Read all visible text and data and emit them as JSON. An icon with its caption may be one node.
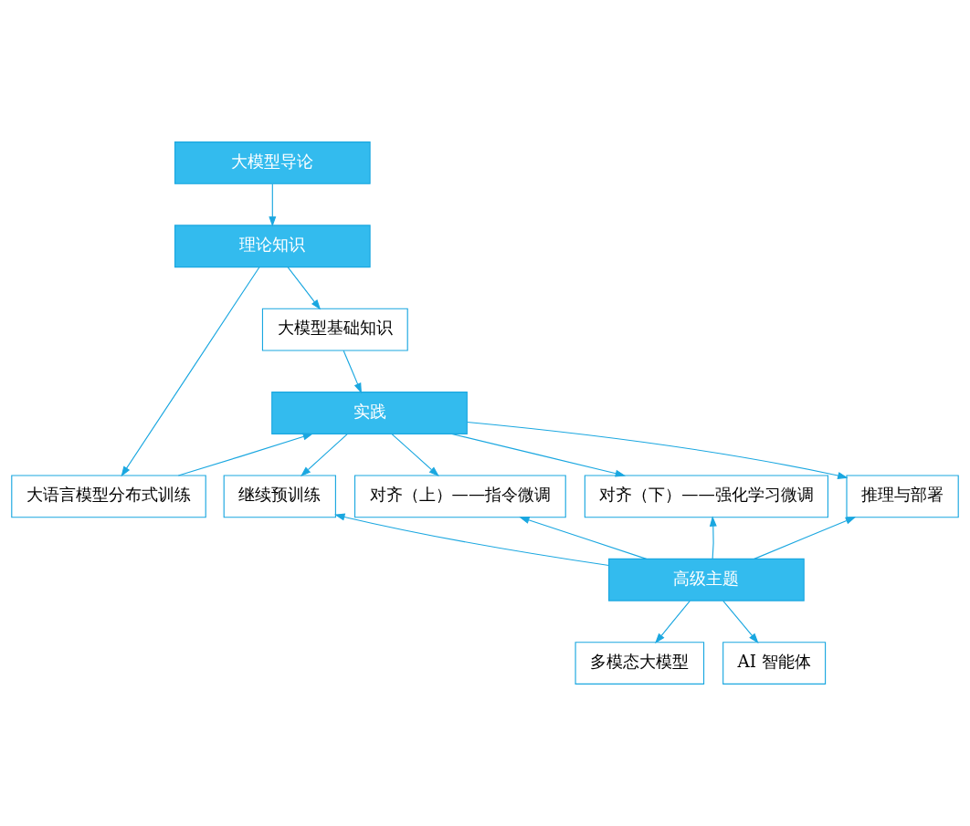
{
  "diagram": {
    "nodes": [
      {
        "text": [
          "大模型导论"
        ]
      },
      {
        "text": [
          "理论知识"
        ]
      },
      {
        "text": [
          "大模型基础知识"
        ]
      },
      {
        "text": [
          "大语言模型分布式训练"
        ]
      },
      {
        "text": [
          "实践"
        ]
      },
      {
        "text": [
          "继续预训练"
        ]
      },
      {
        "text": [
          "对齐（上）——指令微调"
        ]
      },
      {
        "text": [
          "对齐（下）——强化学习微调"
        ]
      },
      {
        "text": [
          "推理与部署"
        ]
      },
      {
        "text": [
          "高级主题"
        ]
      },
      {
        "text": [
          "多模态大模型"
        ]
      },
      {
        "text": [
          "AI 智能体"
        ]
      }
    ],
    "edges": [
      {
        "from": 0,
        "to": 1,
        "arrow": "to"
      },
      {
        "from": 1,
        "to": 2,
        "arrow": "to"
      },
      {
        "from": 1,
        "to": 3,
        "arrow": "to"
      },
      {
        "from": 2,
        "to": 4,
        "arrow": "to"
      },
      {
        "from": 3,
        "to": 4,
        "arrow": "to"
      },
      {
        "from": 4,
        "to": 5,
        "arrow": "to"
      },
      {
        "from": 4,
        "to": 6,
        "arrow": "to"
      },
      {
        "from": 4,
        "to": 7,
        "arrow": "to"
      },
      {
        "from": 4,
        "to": 8,
        "arrow": "to"
      },
      {
        "from": 9,
        "to": 5,
        "arrow": "to"
      },
      {
        "from": 9,
        "to": 6,
        "arrow": "to"
      },
      {
        "from": 9,
        "to": 7,
        "arrow": "to"
      },
      {
        "from": 9,
        "to": 8,
        "arrow": "to"
      },
      {
        "from": 9,
        "to": 10,
        "arrow": "to"
      },
      {
        "from": 9,
        "to": 11,
        "arrow": "to"
      }
    ]
  }
}
